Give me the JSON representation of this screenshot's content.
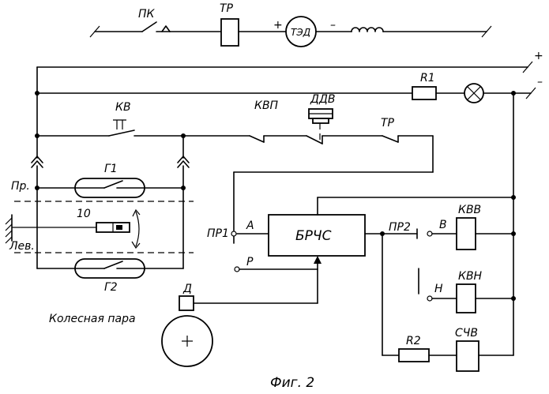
{
  "labels": {
    "pk": "ПК",
    "tr_top": "ТР",
    "plus_top": "+",
    "minus_top": "–",
    "motor": "ТЭД",
    "plus_rail": "+",
    "minus_rail": "–",
    "r1": "R1",
    "kv": "КВ",
    "kvp": "КВП",
    "ddv": "ДДВ",
    "tr_mid": "ТР",
    "pr_label": "Пр.",
    "g1": "Г1",
    "num10": "10",
    "lev": "Лев.",
    "g2": "Г2",
    "pr1": "ПР1",
    "a": "А",
    "r": "Р",
    "brchs": "БРЧС",
    "pr2": "ПР2",
    "b": "В",
    "kvv": "КВВ",
    "n": "Н",
    "kvn": "КВН",
    "d": "Д",
    "wheelset": "Колесная пара",
    "r2": "R2",
    "sch": "СЧВ",
    "caption": "Фиг. 2"
  }
}
